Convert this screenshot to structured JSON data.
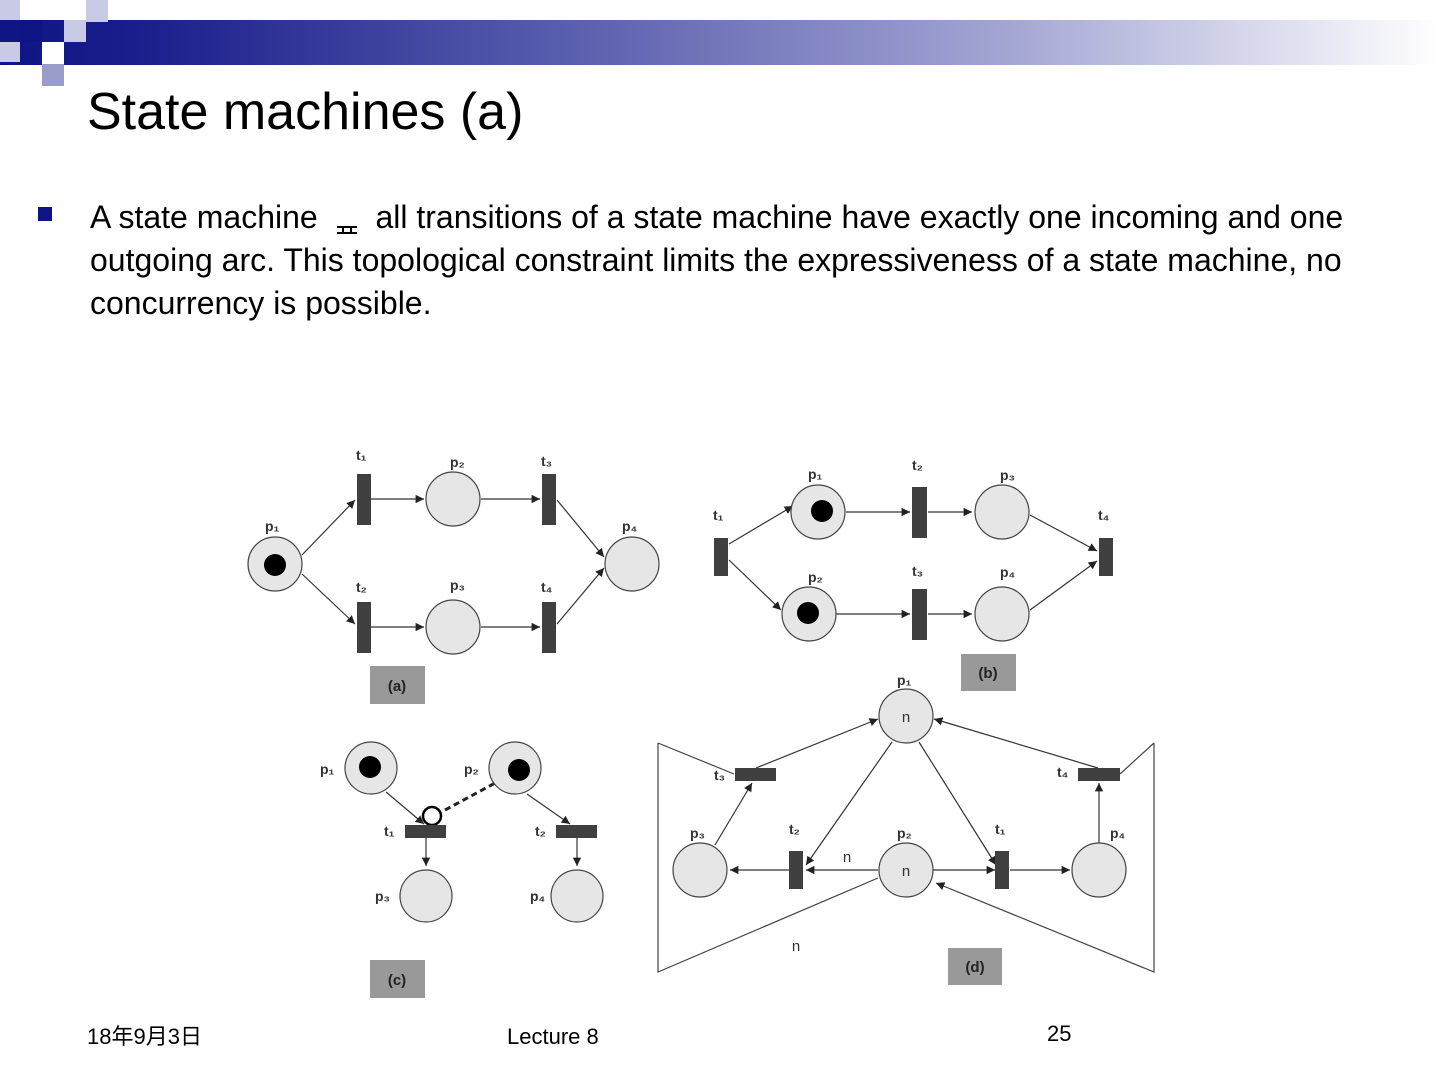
{
  "slide": {
    "title": "State machines (a)",
    "bullet_before": "A state machine",
    "bullet_after": "all transitions of a state machine have exactly one incoming and one outgoing arc.  This topological constraint limits the expressiveness of a state machine, no concurrency is possible."
  },
  "colors": {
    "header_dark": "#0e1484",
    "place_fill": "#e6e6e6",
    "transition_fill": "#404040",
    "caption_fill": "#999999"
  },
  "diagram": {
    "a": {
      "caption": "(a)",
      "labels": {
        "p1": "p₁",
        "p2": "p₂",
        "p3": "p₃",
        "p4": "p₄",
        "t1": "t₁",
        "t2": "t₂",
        "t3": "t₃",
        "t4": "t₄"
      }
    },
    "b": {
      "caption": "(b)",
      "labels": {
        "p1": "p₁",
        "p2": "p₂",
        "p3": "p₃",
        "p4": "p₄",
        "t1": "t₁",
        "t2": "t₂",
        "t3": "t₃",
        "t4": "t₄"
      }
    },
    "c": {
      "caption": "(c)",
      "labels": {
        "p1": "p₁",
        "p2": "p₂",
        "p3": "p₃",
        "p4": "p₄",
        "t1": "t₁",
        "t2": "t₂"
      }
    },
    "d": {
      "caption": "(d)",
      "labels": {
        "p1": "p₁",
        "p2": "p₂",
        "p3": "p₃",
        "p4": "p₄",
        "t1": "t₁",
        "t2": "t₂",
        "t3": "t₃",
        "t4": "t₄"
      },
      "tokens_p1": "n",
      "tokens_p2": "n",
      "weight_t2_p2": "n",
      "weight_bottom": "n"
    }
  },
  "footer": {
    "date": "18年9月3日",
    "lecture": "Lecture 8",
    "page": "25"
  }
}
